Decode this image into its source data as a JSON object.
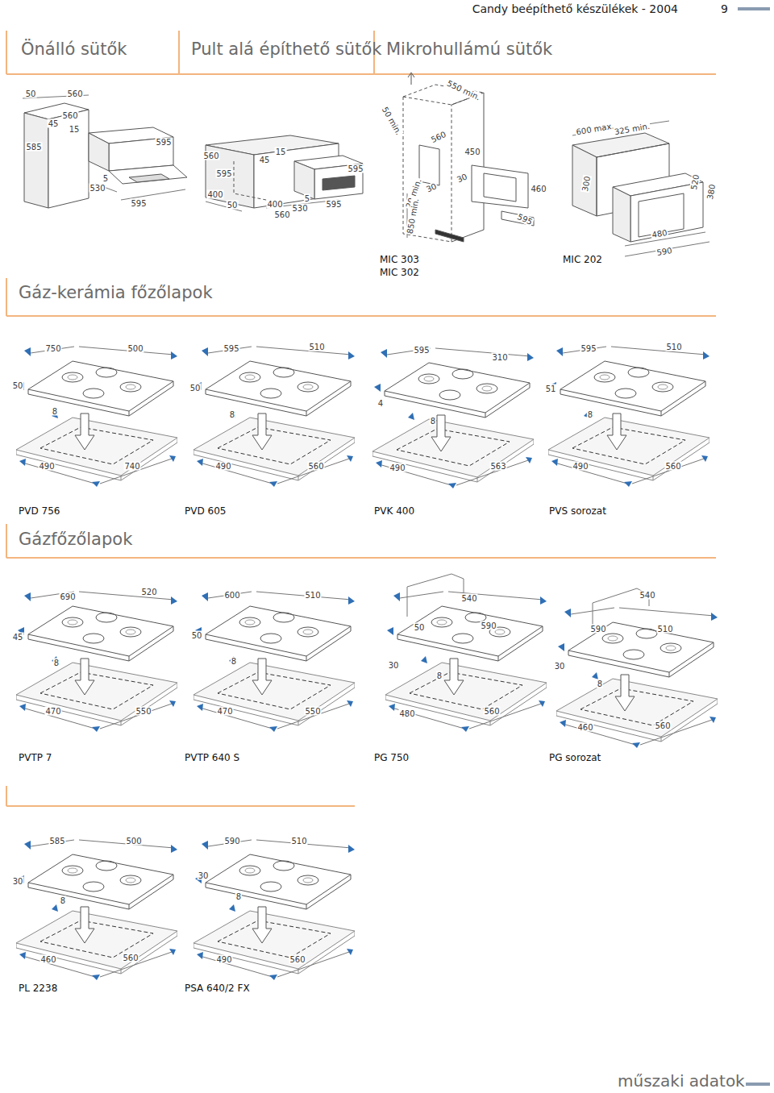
{
  "diagram": {
    "title": "Candy beépíthető készülékek - 2004",
    "labels": [
      "9",
      "Önálló sütők",
      "Pult alá építhető sütők",
      "Mikrohullámú sütők",
      "50",
      "560",
      "560",
      "45",
      "15",
      "585",
      "595",
      "5",
      "530",
      "595",
      "560",
      "45",
      "15",
      "595",
      "595",
      "400",
      "5",
      "50",
      "400",
      "530",
      "595",
      "560",
      "550 min.",
      "50 min.",
      "560",
      "450",
      "30",
      "20 min.",
      "30",
      "850 min.",
      "460",
      "595",
      "600 max.",
      "325 min.",
      "300",
      "520",
      "380",
      "480",
      "590",
      "MIC 303",
      "MIC 302",
      "MIC 202",
      "Gáz-kerámia főzőlapok",
      "750",
      "500",
      "50",
      "8",
      "490",
      "740",
      "PVD 756",
      "595",
      "510",
      "50",
      "8",
      "490",
      "560",
      "PVD 605",
      "595",
      "310",
      "4",
      "8",
      "490",
      "563",
      "PVK 400",
      "595",
      "510",
      "51",
      "8",
      "490",
      "560",
      "PVS sorozat",
      "Gázfőzőlapok",
      "690",
      "520",
      "45",
      "8",
      "470",
      "550",
      "PVTP 7",
      "600",
      "510",
      "50",
      "8",
      "470",
      "550",
      "PVTP 640 S",
      "540",
      "50",
      "590",
      "30",
      "8",
      "480",
      "560",
      "PG 750",
      "540",
      "590",
      "510",
      "30",
      "8",
      "460",
      "560",
      "PG sorozat",
      "585",
      "500",
      "30",
      "8",
      "460",
      "560",
      "PL 2238",
      "590",
      "510",
      "30",
      "8",
      "490",
      "560",
      "PSA 640/2 FX",
      "műszaki adatok"
    ]
  }
}
